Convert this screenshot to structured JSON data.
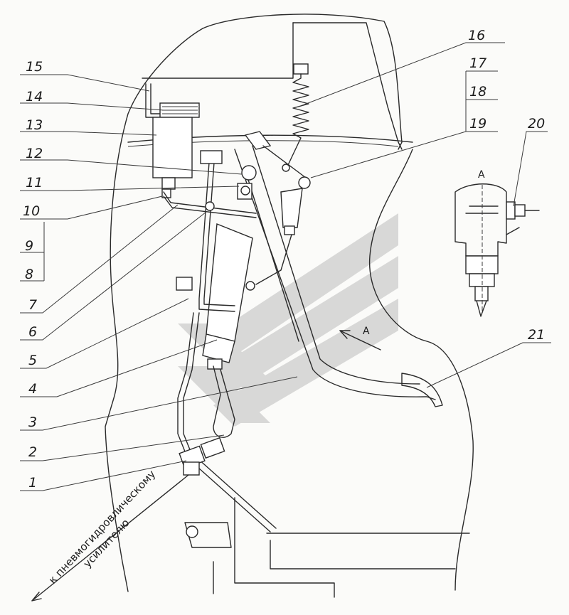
{
  "callouts": [
    {
      "n": "1"
    },
    {
      "n": "2"
    },
    {
      "n": "3"
    },
    {
      "n": "4"
    },
    {
      "n": "5"
    },
    {
      "n": "6"
    },
    {
      "n": "7"
    },
    {
      "n": "8"
    },
    {
      "n": "9"
    },
    {
      "n": "10"
    },
    {
      "n": "11"
    },
    {
      "n": "12"
    },
    {
      "n": "13"
    },
    {
      "n": "14"
    },
    {
      "n": "15"
    },
    {
      "n": "16"
    },
    {
      "n": "17"
    },
    {
      "n": "18"
    },
    {
      "n": "19"
    },
    {
      "n": "20"
    },
    {
      "n": "21"
    }
  ],
  "view_label": "A",
  "view_arrow_label": "A",
  "hose_note_line1": "к пневмогидровлическому",
  "hose_note_line2": "усилителю"
}
